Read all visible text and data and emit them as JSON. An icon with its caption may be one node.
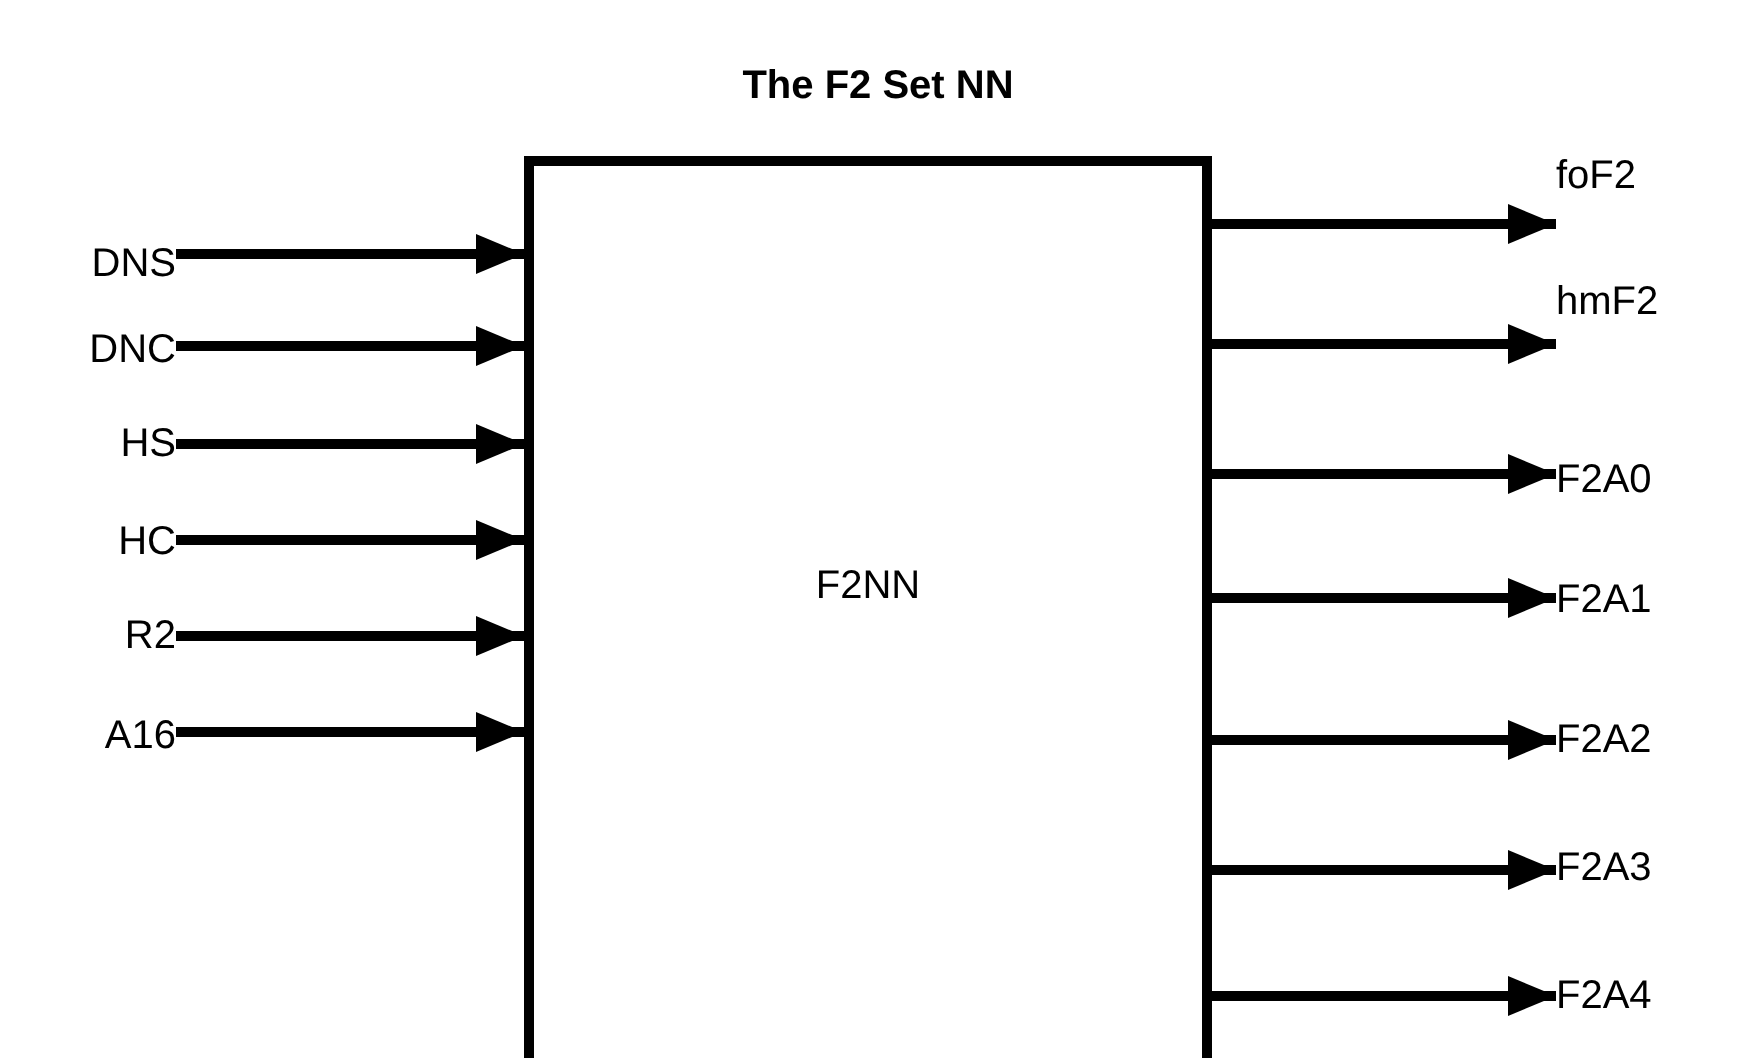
{
  "diagram": {
    "title": "The F2 Set NN",
    "nodes": [
      {
        "text": [
          "F2NN"
        ]
      },
      {
        "text": [
          "DNS"
        ]
      },
      {
        "text": [
          "DNC"
        ]
      },
      {
        "text": [
          "HS"
        ]
      },
      {
        "text": [
          "HC"
        ]
      },
      {
        "text": [
          "R2"
        ]
      },
      {
        "text": [
          "A16"
        ]
      },
      {
        "text": [
          "foF2"
        ]
      },
      {
        "text": [
          "hmF2"
        ]
      },
      {
        "text": [
          "F2A0"
        ]
      },
      {
        "text": [
          "F2A1"
        ]
      },
      {
        "text": [
          "F2A2"
        ]
      },
      {
        "text": [
          "F2A3"
        ]
      },
      {
        "text": [
          "F2A4"
        ]
      }
    ],
    "edges": [
      {
        "from": 1,
        "to": 0,
        "arrow": "to"
      },
      {
        "from": 2,
        "to": 0,
        "arrow": "to"
      },
      {
        "from": 3,
        "to": 0,
        "arrow": "to"
      },
      {
        "from": 4,
        "to": 0,
        "arrow": "to"
      },
      {
        "from": 5,
        "to": 0,
        "arrow": "to"
      },
      {
        "from": 6,
        "to": 0,
        "arrow": "to"
      },
      {
        "from": 0,
        "to": 7,
        "arrow": "to"
      },
      {
        "from": 0,
        "to": 8,
        "arrow": "to"
      },
      {
        "from": 0,
        "to": 9,
        "arrow": "to"
      },
      {
        "from": 0,
        "to": 10,
        "arrow": "to"
      },
      {
        "from": 0,
        "to": 11,
        "arrow": "to"
      },
      {
        "from": 0,
        "to": 12,
        "arrow": "to"
      },
      {
        "from": 0,
        "to": 13,
        "arrow": "to"
      }
    ]
  }
}
